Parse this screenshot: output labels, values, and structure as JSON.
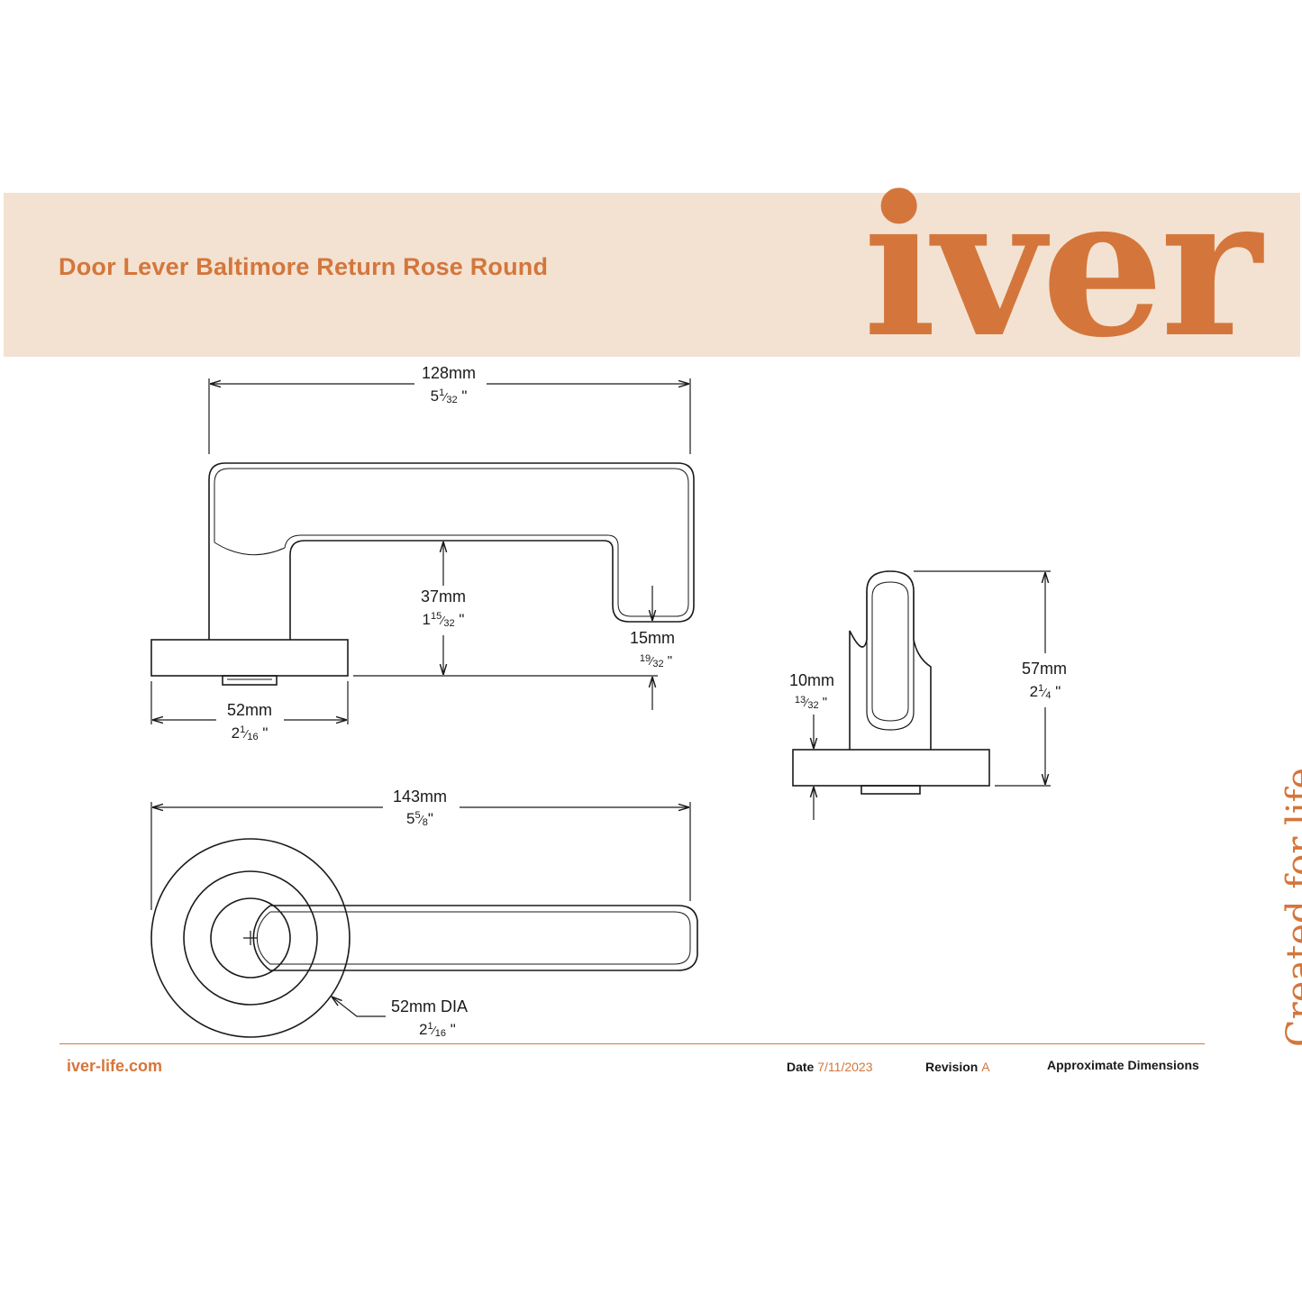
{
  "header": {
    "title": "Door Lever Baltimore Return Rose Round",
    "brand": "iver",
    "tagline": "Created for life."
  },
  "colors": {
    "accent": "#d4763b",
    "band": "#f3e2d2",
    "line": "#1a1a1a"
  },
  "dimensions": {
    "length": {
      "metric": "128mm",
      "whole": "5",
      "num": "1",
      "den": "32",
      "unit": "\""
    },
    "projection": {
      "metric": "37mm",
      "whole": "1",
      "num": "15",
      "den": "32",
      "unit": "\""
    },
    "lever_thickness": {
      "metric": "15mm",
      "num": "19",
      "den": "32",
      "unit": "\""
    },
    "rose_width": {
      "metric": "52mm",
      "whole": "2",
      "num": "1",
      "den": "16",
      "unit": "\""
    },
    "overall_length": {
      "metric": "143mm",
      "whole": "5",
      "num": "5",
      "den": "8",
      "unit": "\""
    },
    "rose_diameter": {
      "metric": "52mm DIA",
      "whole": "2",
      "num": "1",
      "den": "16",
      "unit": "\""
    },
    "rose_thickness": {
      "metric": "10mm",
      "num": "13",
      "den": "32",
      "unit": "\""
    },
    "height": {
      "metric": "57mm",
      "whole": "2",
      "num": "1",
      "den": "4",
      "unit": "\""
    }
  },
  "footer": {
    "website": "iver-life.com",
    "date_label": "Date",
    "date_value": "7/11/2023",
    "revision_label": "Revision",
    "revision_value": "A",
    "note": "Approximate Dimensions"
  }
}
